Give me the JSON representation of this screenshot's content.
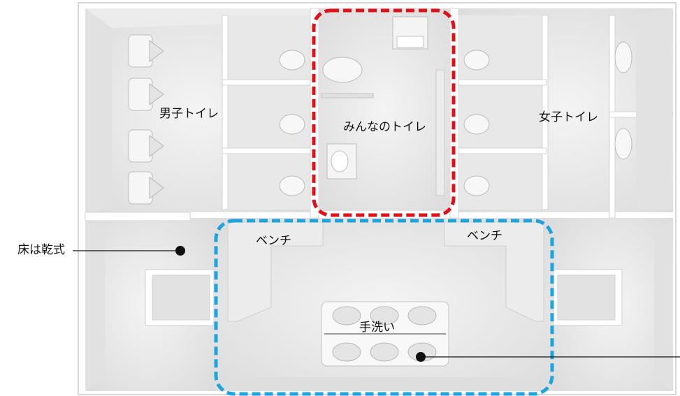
{
  "labels": {
    "mens_toilet": "男子トイレ",
    "everyone_toilet": "みんなのトイレ",
    "womens_toilet": "女子トイレ",
    "bench_left": "ベンチ",
    "bench_right": "ベンチ",
    "handwash": "手洗い",
    "dry_floor": "床は乾式"
  },
  "colors": {
    "highlight_toilet": "#e0101a",
    "highlight_lobby": "#1ea4dc",
    "callout_line": "#111111"
  }
}
